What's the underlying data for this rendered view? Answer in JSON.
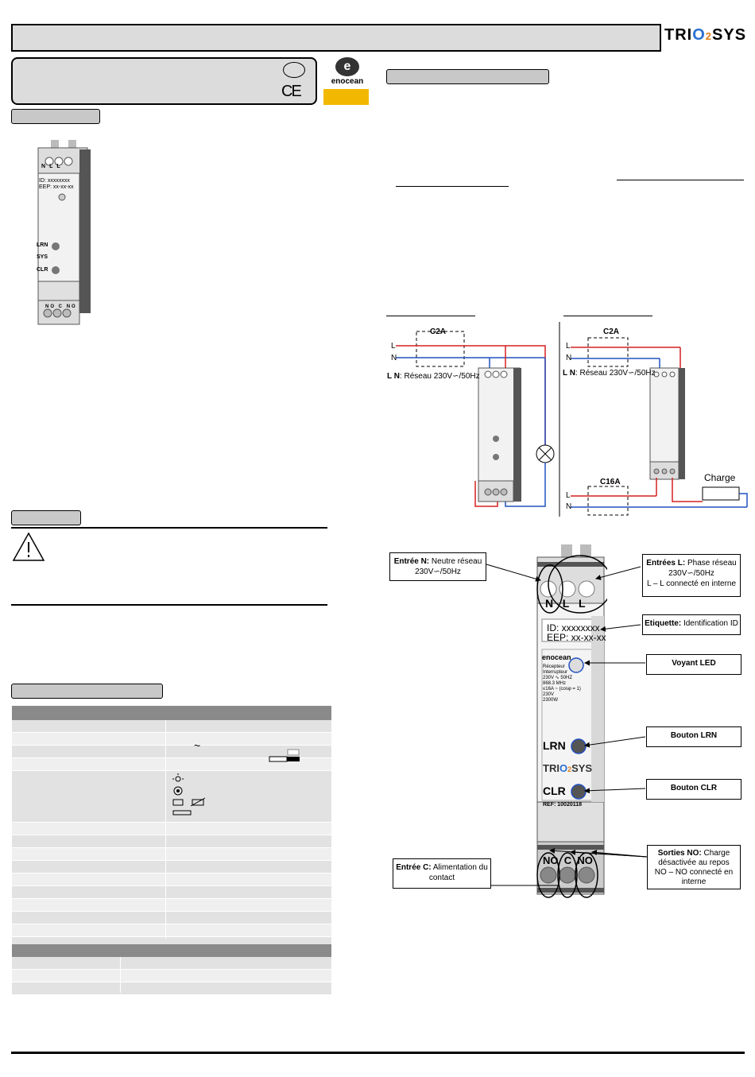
{
  "brand": {
    "name_pre": "TRI",
    "name_o": "O",
    "name_2": "2",
    "name_post": "SYS"
  },
  "enocean": {
    "glyph": "e",
    "text": "enocean"
  },
  "ce_mark": "CE",
  "device": {
    "id": "ID: xxxxxxxx",
    "eep": "EEP: xx-xx-xx",
    "info_line1": "Récepteur",
    "info_line2": "Interrupteur",
    "info_line3": "230V ∿ 50HZ",
    "info_line4": "868.3 MHz",
    "info_line5": "≤16A",
    "info_line6": "230V",
    "info_line7": "~ (cosφ = 1)",
    "power": "2300W",
    "lrn": "LRN",
    "clr": "CLR",
    "ref": "REF: 10020118",
    "top_terminals": [
      "N",
      "L",
      "L"
    ],
    "bottom_terminals": [
      "NO",
      "C",
      "NO"
    ]
  },
  "wiring": {
    "left": {
      "breaker": "C2A",
      "line_l": "L",
      "line_n": "N",
      "network_label_bold": "L N",
      "network_label": ": Réseau 230V∽/50Hz"
    },
    "right": {
      "breaker": "C2A",
      "line_l": "L",
      "line_n": "N",
      "network_label_bold": "L N",
      "network_label": ": Réseau 230V∽/50Hz",
      "breaker2": "C16A",
      "line2_l": "L",
      "line2_n": "N",
      "charge": "Charge"
    }
  },
  "callouts": {
    "entree_n_bold": "Entrée N:",
    "entree_n": " Neutre réseau",
    "entree_n_2": "230V∽/50Hz",
    "entrees_l_bold": "Entrées L:",
    "entrees_l": " Phase réseau",
    "entrees_l_2": "230V∽/50Hz",
    "entrees_l_3": "L – L connecté en interne",
    "etiquette_bold": "Etiquette:",
    "etiquette": " Identification ID",
    "voyant": "Voyant LED",
    "bouton_lrn": "Bouton LRN",
    "bouton_clr": "Bouton CLR",
    "entree_c_bold": "Entrée C:",
    "entree_c": " Alimentation du",
    "entree_c_2": "contact",
    "sorties_no_bold": "Sorties NO:",
    "sorties_no": " Charge",
    "sorties_no_2": "désactivée au repos",
    "sorties_no_3": "NO – NO connecté en",
    "sorties_no_4": "interne"
  },
  "spec_symbols": {
    "tilde": "~"
  },
  "colors": {
    "phase": "#d62020",
    "neutral": "#2050c0",
    "accent_yellow": "#f2b800"
  }
}
